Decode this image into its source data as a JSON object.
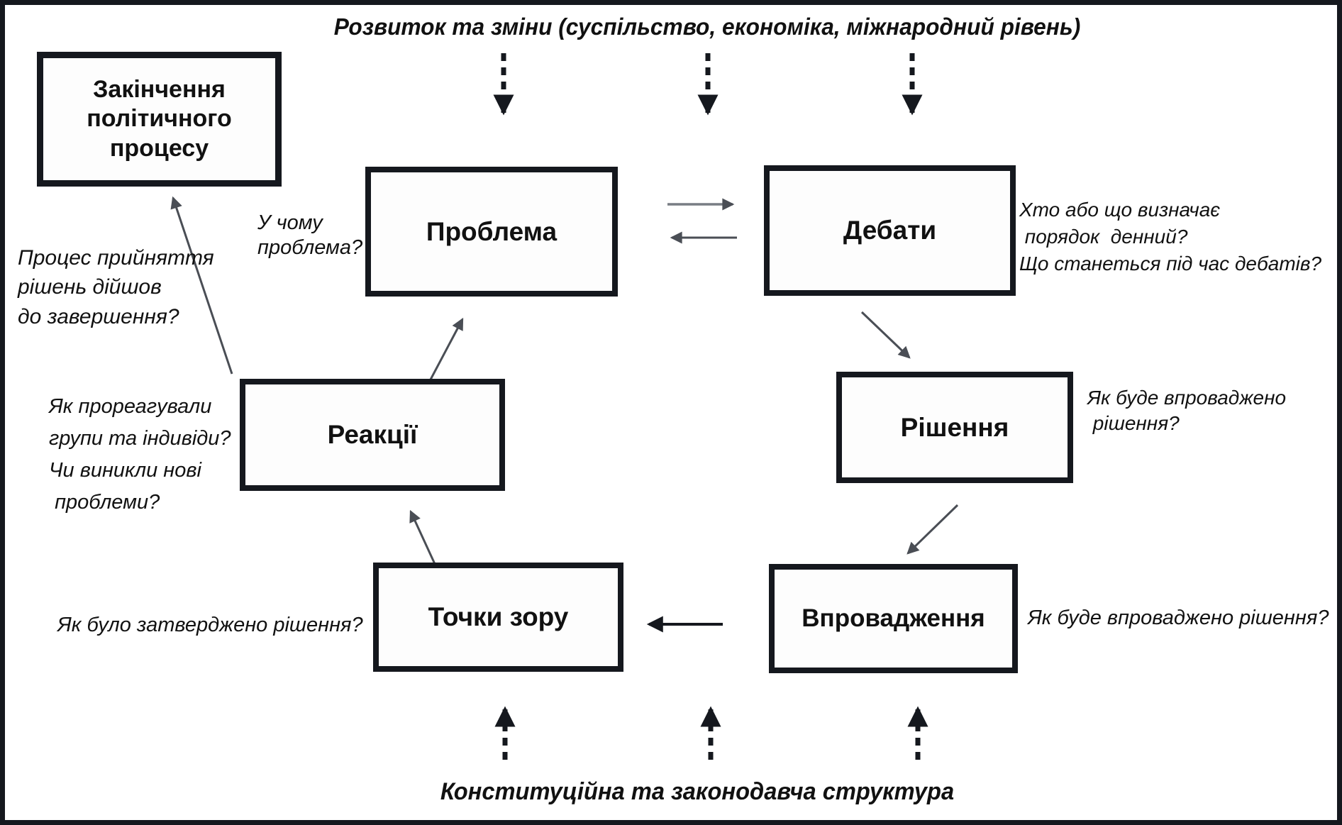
{
  "diagram": {
    "top_banner": "Розвиток та зміни (суспільство, економіка, міжнародний рівень)",
    "bottom_banner": "Конституційна та законодавча структура",
    "nodes": {
      "end_of_process": "Закінчення\nполітичного\nпроцесу",
      "problem": "Проблема",
      "debate": "Дебати",
      "decision": "Рішення",
      "reactions": "Реакції",
      "viewpoints": "Точки зору",
      "implementation": "Впровадження"
    },
    "questions": {
      "end_of_process": "Процес прийняття\nрішень дійшов\nдо завершення?",
      "problem": "У чому\nпроблема?",
      "debate": "Хто або що визначає\n порядок  денний?\nЩо станеться під час дебатів?",
      "decision": "Як буде впроваджено\n рішення?",
      "reactions": "Як прореагували\nгрупи та індивіди?\nЧи виникли нові\n проблеми?",
      "viewpoints": "Як було затверджено рішення?",
      "implementation": "Як буде впроваджено рішення?"
    },
    "colors": {
      "ink": "#15181e",
      "arrow_grey": "#4a4e55",
      "background": "#ffffff"
    }
  }
}
